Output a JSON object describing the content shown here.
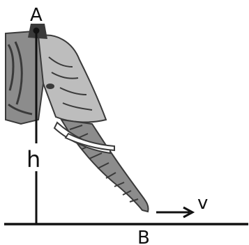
{
  "diagram": {
    "labels": {
      "top_point": "A",
      "height": "h",
      "bottom_point": "B",
      "velocity": "v"
    },
    "colors": {
      "ink": "#111111",
      "elephant_dark": "#3a3a3a",
      "elephant_mid": "#8c8c8c",
      "elephant_light": "#bdbdbd",
      "tusk": "#ffffff"
    }
  }
}
